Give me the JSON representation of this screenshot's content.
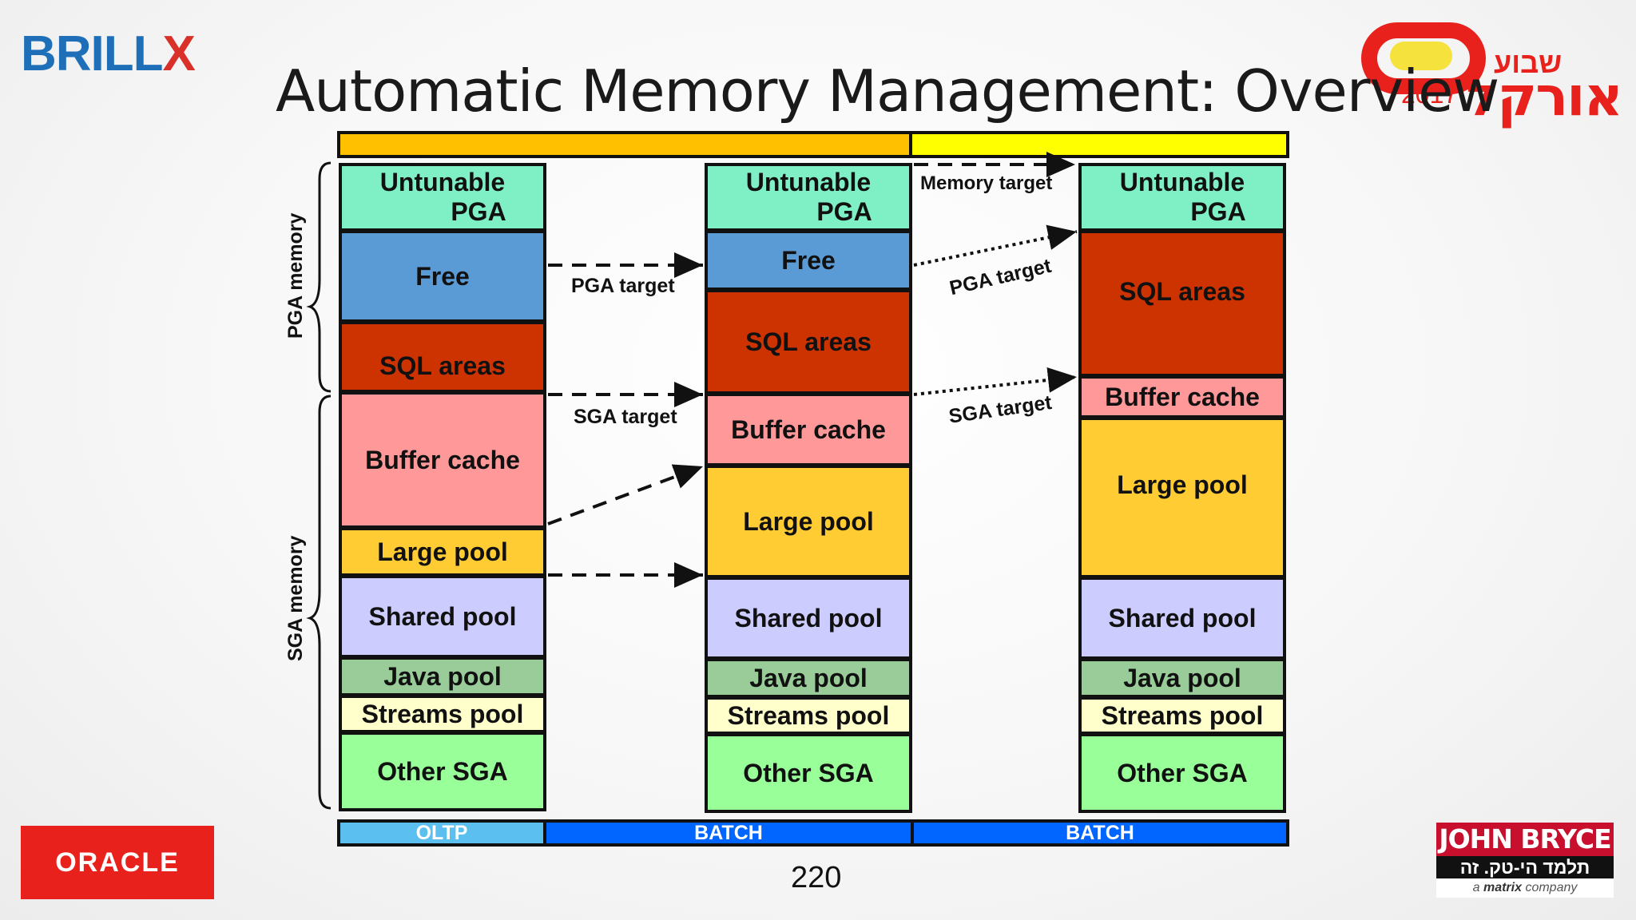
{
  "slide": {
    "title": "Automatic Memory Management: Overview",
    "page_number": "220"
  },
  "logos": {
    "brillix": {
      "main": "BRILL",
      "x": "X"
    },
    "oracle": "ORACLE",
    "conference": {
      "year": "2017",
      "line1": "שבוע",
      "line2": "אורקל"
    },
    "john_bryce": {
      "name": "JOHN BRYCE",
      "tagline": "תלמד הי-טק. זה עובד!",
      "sub_prefix": "a",
      "sub_brand": "matrix",
      "sub_suffix": "company"
    }
  },
  "diagram": {
    "side_labels": {
      "pga": "PGA memory",
      "sga": "SGA memory"
    },
    "columns": [
      {
        "name": "col1",
        "blocks": [
          {
            "label": "Untunable",
            "label2": "PGA",
            "color": "#7ff0c6"
          },
          {
            "label": "Free",
            "color": "#5b9bd5"
          },
          {
            "label": "SQL areas",
            "color": "#cc3300"
          },
          {
            "label": "Buffer cache",
            "color": "#ff9999"
          },
          {
            "label": "Large pool",
            "color": "#ffcc33"
          },
          {
            "label": "Shared pool",
            "color": "#ccccff"
          },
          {
            "label": "Java pool",
            "color": "#99cc99"
          },
          {
            "label": "Streams pool",
            "color": "#ffffcc"
          },
          {
            "label": "Other SGA",
            "color": "#99ff99"
          }
        ]
      },
      {
        "name": "col2",
        "blocks": [
          {
            "label": "Untunable",
            "label2": "PGA",
            "color": "#7ff0c6"
          },
          {
            "label": "Free",
            "color": "#5b9bd5"
          },
          {
            "label": "SQL areas",
            "color": "#cc3300"
          },
          {
            "label": "Buffer cache",
            "color": "#ff9999"
          },
          {
            "label": "Large pool",
            "color": "#ffcc33"
          },
          {
            "label": "Shared pool",
            "color": "#ccccff"
          },
          {
            "label": "Java pool",
            "color": "#99cc99"
          },
          {
            "label": "Streams pool",
            "color": "#ffffcc"
          },
          {
            "label": "Other SGA",
            "color": "#99ff99"
          }
        ]
      },
      {
        "name": "col3",
        "blocks": [
          {
            "label": "Untunable",
            "label2": "PGA",
            "color": "#7ff0c6"
          },
          {
            "label": "SQL areas",
            "color": "#cc3300"
          },
          {
            "label": "Buffer cache",
            "color": "#ff9999"
          },
          {
            "label": "Large pool",
            "color": "#ffcc33"
          },
          {
            "label": "Shared pool",
            "color": "#ccccff"
          },
          {
            "label": "Java pool",
            "color": "#99cc99"
          },
          {
            "label": "Streams pool",
            "color": "#ffffcc"
          },
          {
            "label": "Other SGA",
            "color": "#99ff99"
          }
        ]
      }
    ],
    "arrow_labels": {
      "pga_target": "PGA target",
      "sga_target": "SGA target",
      "memory_target": "Memory target",
      "pga_target_2": "PGA target",
      "sga_target_2": "SGA target"
    },
    "top_bar_colors": [
      "#ffc000",
      "#ffff00"
    ],
    "workloads": [
      {
        "label": "OLTP",
        "color": "#5bc0f0"
      },
      {
        "label": "BATCH",
        "color": "#0066ff"
      },
      {
        "label": "BATCH",
        "color": "#0066ff"
      }
    ]
  }
}
